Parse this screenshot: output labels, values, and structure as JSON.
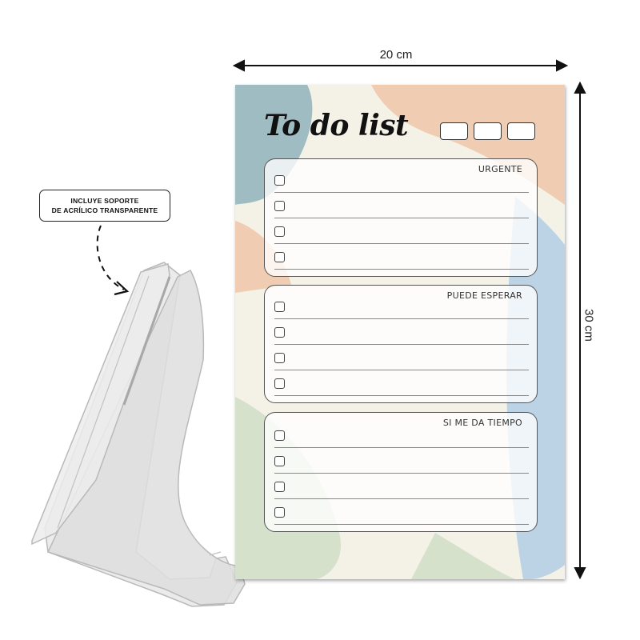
{
  "dimensions": {
    "width_label": "20 cm",
    "height_label": "30 cm"
  },
  "callout": {
    "line1": "INCLUYE SOPORTE",
    "line2": "DE ACRÍLICO TRANSPARENTE"
  },
  "notepad": {
    "title": "To do list",
    "date_boxes": 3,
    "sections": [
      {
        "label": "URGENTE",
        "items": 4
      },
      {
        "label": "PUEDE ESPERAR",
        "items": 4
      },
      {
        "label": "SI ME DA TIEMPO",
        "items": 4
      }
    ]
  },
  "colors": {
    "teal": "#9fbcc3",
    "peach": "#f0cdb2",
    "cream": "#f4f1e6",
    "blue": "#bcd3e6",
    "sage": "#d6e1cc",
    "acrylic": "#e6e6e6"
  },
  "icons": [
    "arrow-horizontal-icon",
    "arrow-vertical-icon",
    "dashed-curve-arrow-icon"
  ]
}
